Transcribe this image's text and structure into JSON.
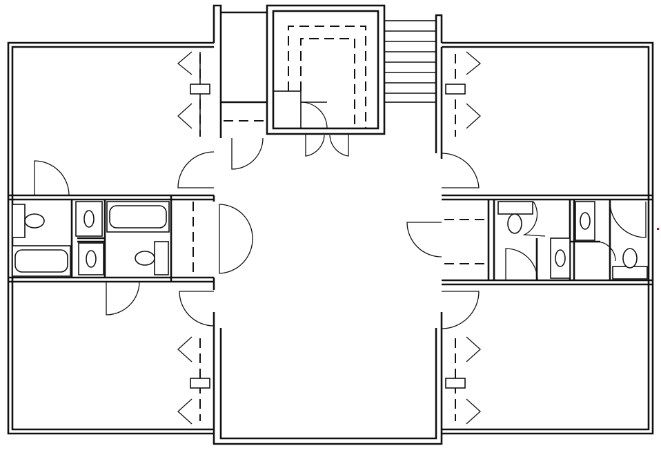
{
  "diagram": {
    "type": "floor-plan",
    "colors": {
      "line": "#111111",
      "background": "#ffffff"
    },
    "rooms": [
      "bedroom",
      "bedroom",
      "bedroom",
      "bedroom",
      "living-area",
      "stair-hall",
      "bathroom",
      "bathroom",
      "bathroom",
      "closet"
    ],
    "labels": []
  }
}
